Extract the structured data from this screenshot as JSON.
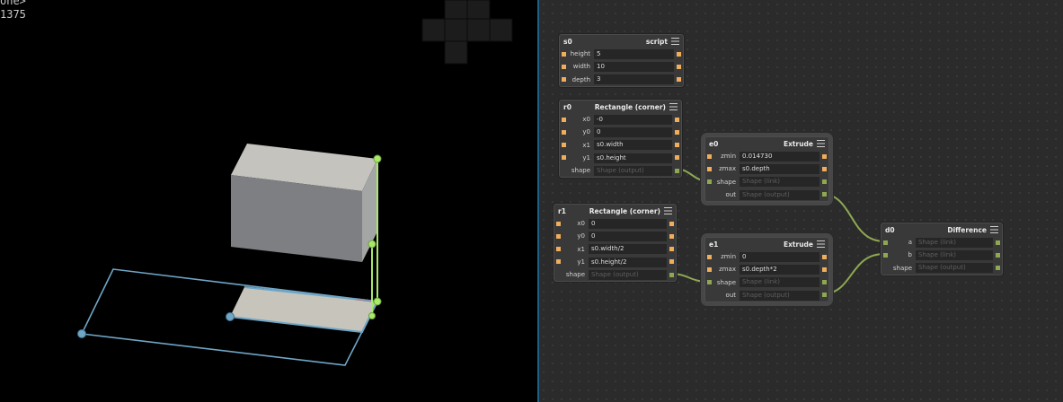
{
  "viewport": {
    "readout_line1": "one>",
    "readout_line2": "1375"
  },
  "colors": {
    "background": "#000000",
    "graph_background": "#2b2b2b",
    "node_body": "#393939",
    "port_scalar": "#f0ad5c",
    "port_shape": "#8ea852",
    "wire": "#8ea852",
    "box_face_top": "#c4c3bd",
    "box_face_front": "#7d7f82",
    "box_face_side": "#a3a6a4",
    "wireframe_blue": "#6fa6c6",
    "handle_green": "#a8e86a"
  },
  "nodes": {
    "s0": {
      "name": "s0",
      "type": "script",
      "rows": [
        {
          "label": "height",
          "value": "5"
        },
        {
          "label": "width",
          "value": "10"
        },
        {
          "label": "depth",
          "value": "3"
        }
      ]
    },
    "r0": {
      "name": "r0",
      "type": "Rectangle (corner)",
      "rows": [
        {
          "label": "x0",
          "value": "-0"
        },
        {
          "label": "y0",
          "value": "0"
        },
        {
          "label": "x1",
          "value": "s0.width"
        },
        {
          "label": "y1",
          "value": "s0.height"
        },
        {
          "label": "shape",
          "value": "Shape (output)"
        }
      ]
    },
    "r1": {
      "name": "r1",
      "type": "Rectangle (corner)",
      "rows": [
        {
          "label": "x0",
          "value": "0"
        },
        {
          "label": "y0",
          "value": "0"
        },
        {
          "label": "x1",
          "value": "s0.width/2"
        },
        {
          "label": "y1",
          "value": "s0.height/2"
        },
        {
          "label": "shape",
          "value": "Shape (output)"
        }
      ]
    },
    "e0": {
      "name": "e0",
      "type": "Extrude",
      "rows": [
        {
          "label": "zmin",
          "value": "0.014730"
        },
        {
          "label": "zmax",
          "value": "s0.depth"
        },
        {
          "label": "shape",
          "value": "Shape (link)"
        },
        {
          "label": "out",
          "value": "Shape (output)"
        }
      ]
    },
    "e1": {
      "name": "e1",
      "type": "Extrude",
      "rows": [
        {
          "label": "zmin",
          "value": "0"
        },
        {
          "label": "zmax",
          "value": "s0.depth*2"
        },
        {
          "label": "shape",
          "value": "Shape (link)"
        },
        {
          "label": "out",
          "value": "Shape (output)"
        }
      ]
    },
    "d0": {
      "name": "d0",
      "type": "Difference",
      "rows": [
        {
          "label": "a",
          "value": "Shape (link)"
        },
        {
          "label": "b",
          "value": "Shape (link)"
        },
        {
          "label": "shape",
          "value": "Shape (output)"
        }
      ]
    }
  }
}
